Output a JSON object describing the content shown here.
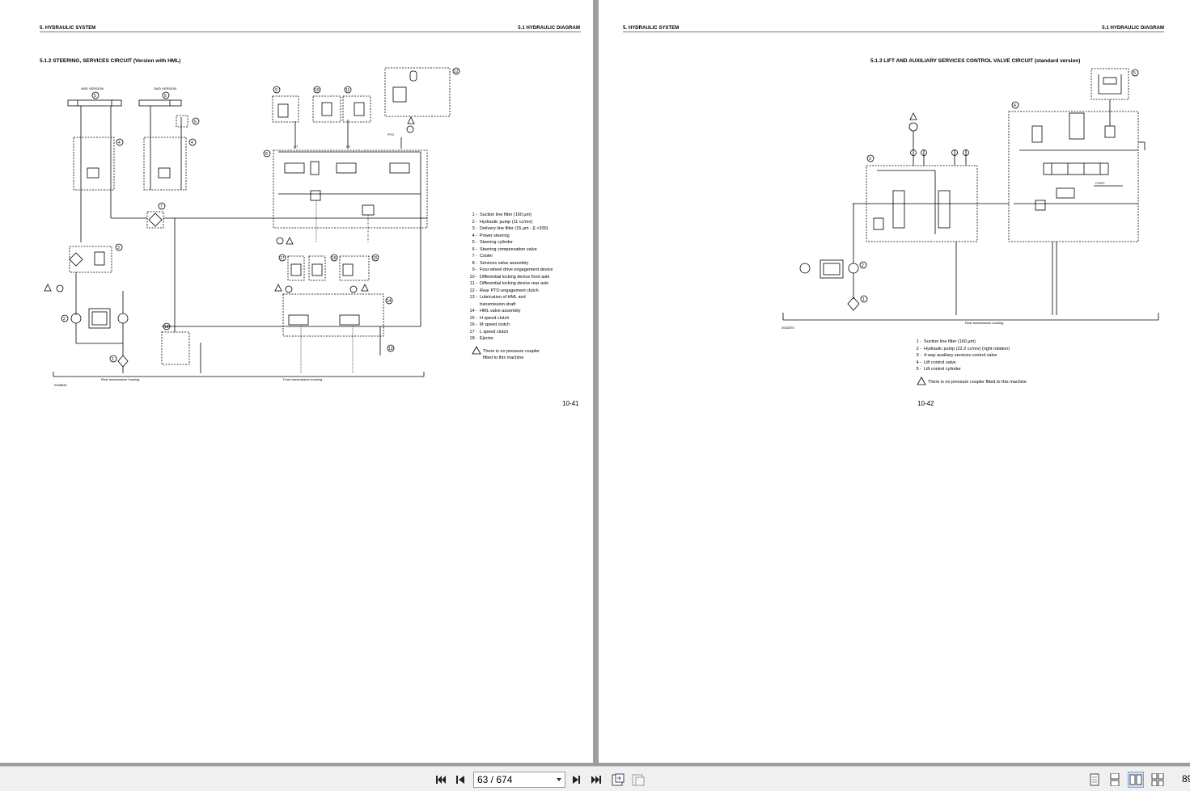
{
  "left_page": {
    "header_left": "5. HYDRAULIC SYSTEM",
    "header_right": "5.1 HYDRAULIC DIAGRAM",
    "circuit_title": "5.1.2 STEERING, SERVICES CIRCUIT (Version with HML)",
    "label_2wd": "2WD VERSION",
    "label_4wd": "4WD VERSION",
    "label_pto": "PTO",
    "label_dt": "DT",
    "label_df": "DF",
    "label_rear_housing": "Rear transmission housing",
    "label_front_housing": "Front transmission housing",
    "label_ref": "2008840",
    "legend": [
      {
        "num": "1 -",
        "text": "Suction line filter (160 µm)"
      },
      {
        "num": "2 -",
        "text": "Hydraulic pump (11 cc/rev)"
      },
      {
        "num": "3 -",
        "text": "Delivery line filter (15 µm - β >200)"
      },
      {
        "num": "4 -",
        "text": "Power steering"
      },
      {
        "num": "5 -",
        "text": "Steering cylinder"
      },
      {
        "num": "6 -",
        "text": "Steering compensation valve"
      },
      {
        "num": "7 -",
        "text": "Cooler"
      },
      {
        "num": "8 -",
        "text": "Services valve assembly"
      },
      {
        "num": "9 -",
        "text": "Four-wheel drive engagement device"
      },
      {
        "num": "10 -",
        "text": "Differential locking device front axle"
      },
      {
        "num": "11 -",
        "text": "Differential locking device rear axle"
      },
      {
        "num": "12 -",
        "text": "Rear PTO engagement clutch"
      },
      {
        "num": "13 -",
        "text": "Lubrication of HML and"
      },
      {
        "num": "",
        "text": "transmission shaft"
      },
      {
        "num": "14 -",
        "text": "HML valve assembly"
      },
      {
        "num": "15 -",
        "text": "H speed clutch"
      },
      {
        "num": "16 -",
        "text": "M speed clutch"
      },
      {
        "num": "17 -",
        "text": "L speed clutch"
      },
      {
        "num": "18 -",
        "text": "Ejector"
      }
    ],
    "note_line1": "There is no pressure coupler",
    "note_line2": "fitted to this machine",
    "page_number": "10-41"
  },
  "right_page": {
    "header_left": "5. HYDRAULIC SYSTEM",
    "header_right": "5.1 HYDRAULIC DIAGRAM",
    "circuit_title": "5.1.3 LIFT AND AUXILIARY SERVICES CONTROL VALVE CIRCUIT (standard version)",
    "label_rear_housing": "Rear transmission housing",
    "label_ref": "2002875",
    "legend": [
      {
        "num": "1 -",
        "text": "Suction line filter (160 µm)"
      },
      {
        "num": "2 -",
        "text": "Hydraulic pump (22.2 cc/rev) (right rotation)"
      },
      {
        "num": "3 -",
        "text": "4-way auxiliary services control valve"
      },
      {
        "num": "4 -",
        "text": "Lift control valve"
      },
      {
        "num": "5 -",
        "text": "Lift control cylinder"
      }
    ],
    "note": "There is no pressure coupler fitted to this machine",
    "page_number": "10-42"
  },
  "toolbar": {
    "page_indicator": "63 / 674",
    "zoom_text": "89",
    "icons": [
      "first-page-icon",
      "previous-page-icon",
      "next-page-icon",
      "last-page-icon",
      "fit-page-icon",
      "fit-width-icon",
      "single-page-icon",
      "continuous-page-icon",
      "two-page-icon",
      "two-page-continuous-icon"
    ]
  }
}
